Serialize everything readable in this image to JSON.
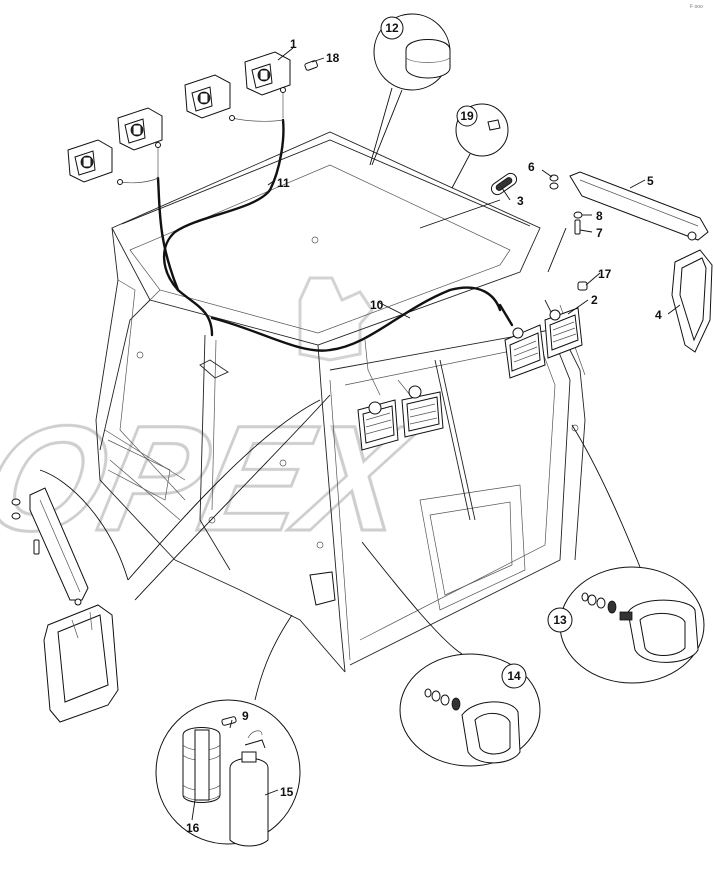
{
  "watermark": "OPEX",
  "corner_mark": "F ooo",
  "callouts": [
    {
      "id": "1",
      "text": "1"
    },
    {
      "id": "2",
      "text": "2"
    },
    {
      "id": "3",
      "text": "3"
    },
    {
      "id": "4",
      "text": "4"
    },
    {
      "id": "5",
      "text": "5"
    },
    {
      "id": "6",
      "text": "6"
    },
    {
      "id": "7",
      "text": "7"
    },
    {
      "id": "8",
      "text": "8"
    },
    {
      "id": "9",
      "text": "9"
    },
    {
      "id": "10",
      "text": "10"
    },
    {
      "id": "11",
      "text": "11"
    },
    {
      "id": "12",
      "text": "12"
    },
    {
      "id": "13",
      "text": "13"
    },
    {
      "id": "14",
      "text": "14"
    },
    {
      "id": "15",
      "text": "15"
    },
    {
      "id": "16",
      "text": "16"
    },
    {
      "id": "17",
      "text": "17"
    },
    {
      "id": "18",
      "text": "18"
    },
    {
      "id": "19",
      "text": "19"
    }
  ]
}
